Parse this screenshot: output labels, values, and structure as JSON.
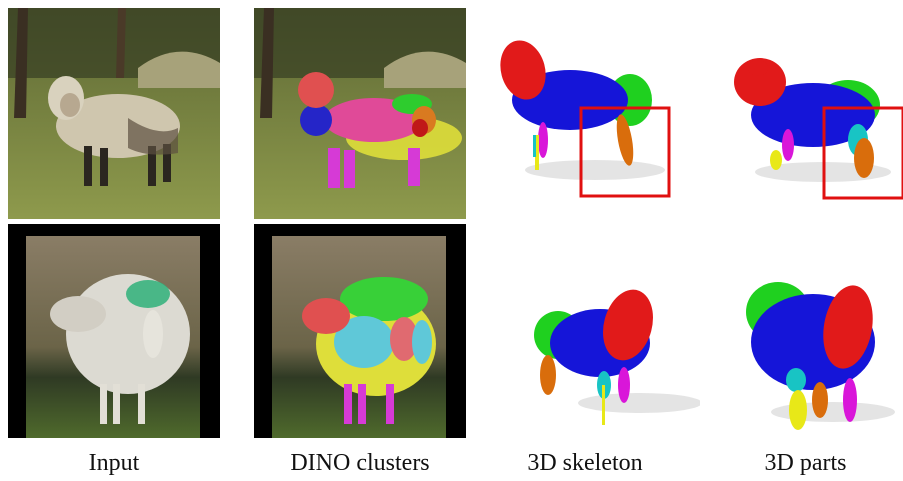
{
  "figure": {
    "captions": {
      "input": "Input",
      "dino": "DINO clusters",
      "skeleton": "3D skeleton",
      "parts": "3D parts"
    },
    "colors": {
      "head": "#e11a1a",
      "torso": "#1515d8",
      "neck": "#1fd01f",
      "back-leg": "#d96d0c",
      "leg-magenta": "#d916d9",
      "leg-cyan": "#18c4c4",
      "leg-yellow": "#e8e818",
      "highlight-box": "#e01010",
      "cluster-pink": "#e04a98"
    }
  }
}
